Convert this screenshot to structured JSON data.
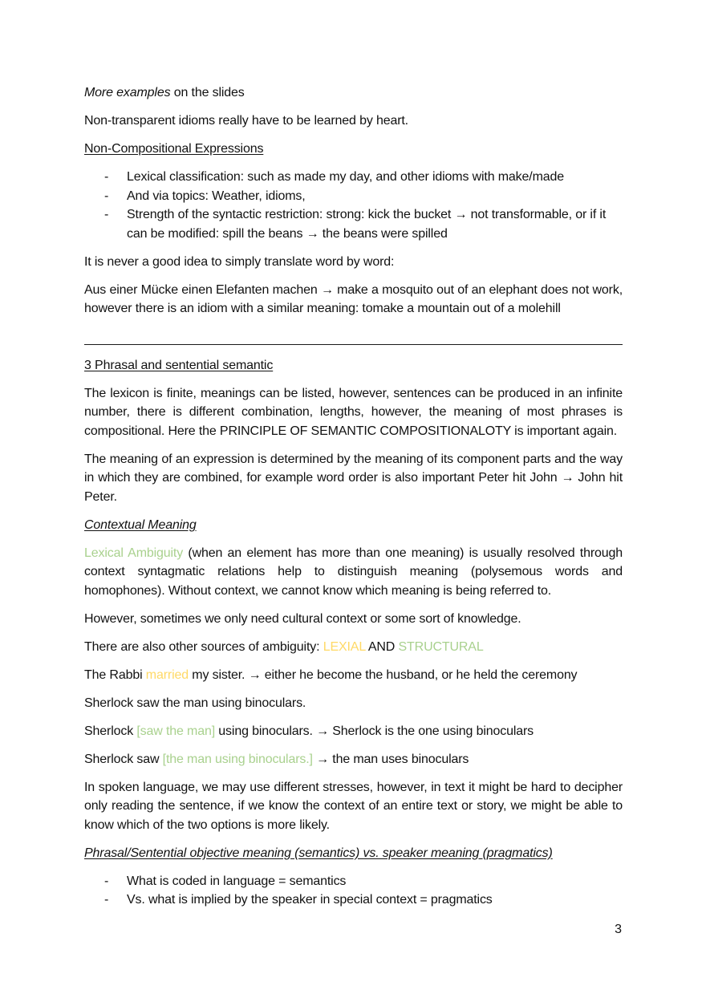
{
  "page": {
    "number": "3"
  },
  "top": {
    "p1_italic": "More examples",
    "p1_rest": " on the slides",
    "p2": "Non-transparent idioms really have to be learned by heart.",
    "heading": "Non-Compositional Expressions",
    "list": [
      "Lexical classification: such as made my day, and other idioms with make/made",
      "And via topics: Weather, idioms,",
      "Strength of the syntactic restriction: strong: kick the bucket → not transformable, or if it can be modified: spill the beans → the beans were spilled"
    ],
    "list_dash": "-",
    "p3": "It is never a good idea to simply translate word by word:",
    "p4": "Aus einer Mücke einen Elefanten machen → make a mosquito out of an elephant does not work, however there is an idiom with a similar meaning: tomake a mountain out of a molehill"
  },
  "section3": {
    "heading": "3 Phrasal and sentential semantic",
    "p1": "The lexicon is finite, meanings can be listed, however, sentences can be produced in an infinite number, there is different combination, lengths, however, the meaning of most phrases is compositional. Here the PRINCIPLE OF SEMANTIC COMPOSITIONALOTY is important again.",
    "p2": "The meaning of an expression is determined by the meaning of its component parts and the way in which they are combined, for example word order is also important Peter hit John → John hit Peter.",
    "contextual_heading": "Contextual Meaning",
    "lexical_ambiguity_term": "Lexical Ambiguity",
    "lexical_ambiguity_rest": " (when an element has more than one meaning) is usually resolved through context syntagmatic relations help to distinguish meaning (polysemous words and homophones). Without context, we cannot know which meaning is being referred to.",
    "p_cultural": "However, sometimes we only need cultural context or some sort of knowledge.",
    "sources_prefix": "There are also other sources of ambiguity: ",
    "sources_lexial": "LEXIAL",
    "sources_and": " AND ",
    "sources_structural": "STRUCTURAL",
    "rabbi_prefix": "The Rabbi ",
    "rabbi_married": "married",
    "rabbi_rest": " my sister. → either he become the husband, or he held the ceremony",
    "sherlock1": "Sherlock saw the man using binoculars.",
    "sherlock2_prefix": "Sherlock ",
    "sherlock2_bracket": "[saw the man]",
    "sherlock2_rest": " using binoculars. → Sherlock is the one using binoculars",
    "sherlock3_prefix": "Sherlock saw ",
    "sherlock3_bracket": "[the man using binoculars.]",
    "sherlock3_rest": " → the man uses binoculars",
    "p_spoken": "In spoken language, we may use different stresses, however, in text it might be hard to decipher only reading the sentence, if we know the context of an entire text or story, we might be able to know which of the two options is more likely.",
    "phrasal_heading": "Phrasal/Sentential objective meaning (semantics) vs. speaker meaning (pragmatics)",
    "list": [
      "What is coded in language = semantics",
      "Vs. what is implied by the speaker in special context = pragmatics"
    ]
  },
  "colors": {
    "green_highlight": "#a9d18e",
    "yellow_highlight": "#ffd966",
    "text": "#111111"
  }
}
